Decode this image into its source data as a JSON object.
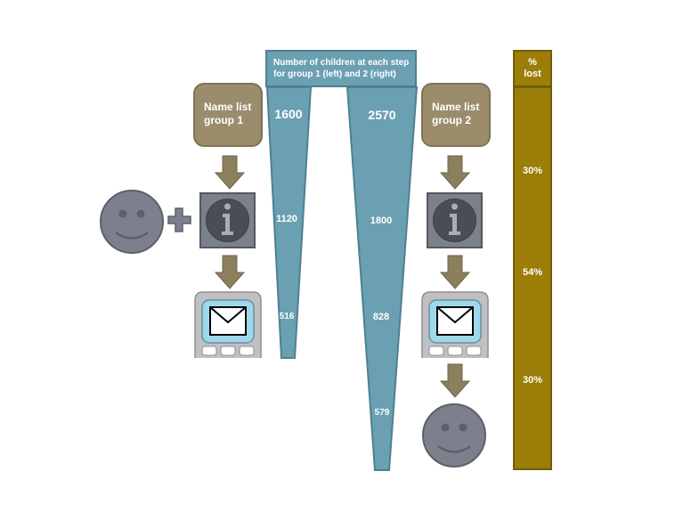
{
  "header": {
    "title_line1": "Number of children  at each step",
    "title_line2": "for group 1 (left) and 2 (right)"
  },
  "groups": [
    {
      "name_line1": "Name list",
      "name_line2": "group 1",
      "counts": [
        "1600",
        "1120",
        "516"
      ]
    },
    {
      "name_line1": "Name list",
      "name_line2": "group 2",
      "counts": [
        "2570",
        "1800",
        "828",
        "579"
      ]
    }
  ],
  "lost_column": {
    "header_line1": "%",
    "header_line2": "lost",
    "values": [
      "30%",
      "54%",
      "30%"
    ]
  },
  "icons": {
    "person": "smiley-face-icon",
    "plus": "plus-icon",
    "info": "info-icon",
    "phone": "mobile-phone-message-icon",
    "arrow": "down-arrow-icon"
  },
  "colors": {
    "funnel": "#6aa0b2",
    "funnel_border": "#4f8090",
    "name_box": "#9b8c6c",
    "arrow": "#8c7f5e",
    "lost_bar": "#9b7d08",
    "person": "#7b808c"
  }
}
